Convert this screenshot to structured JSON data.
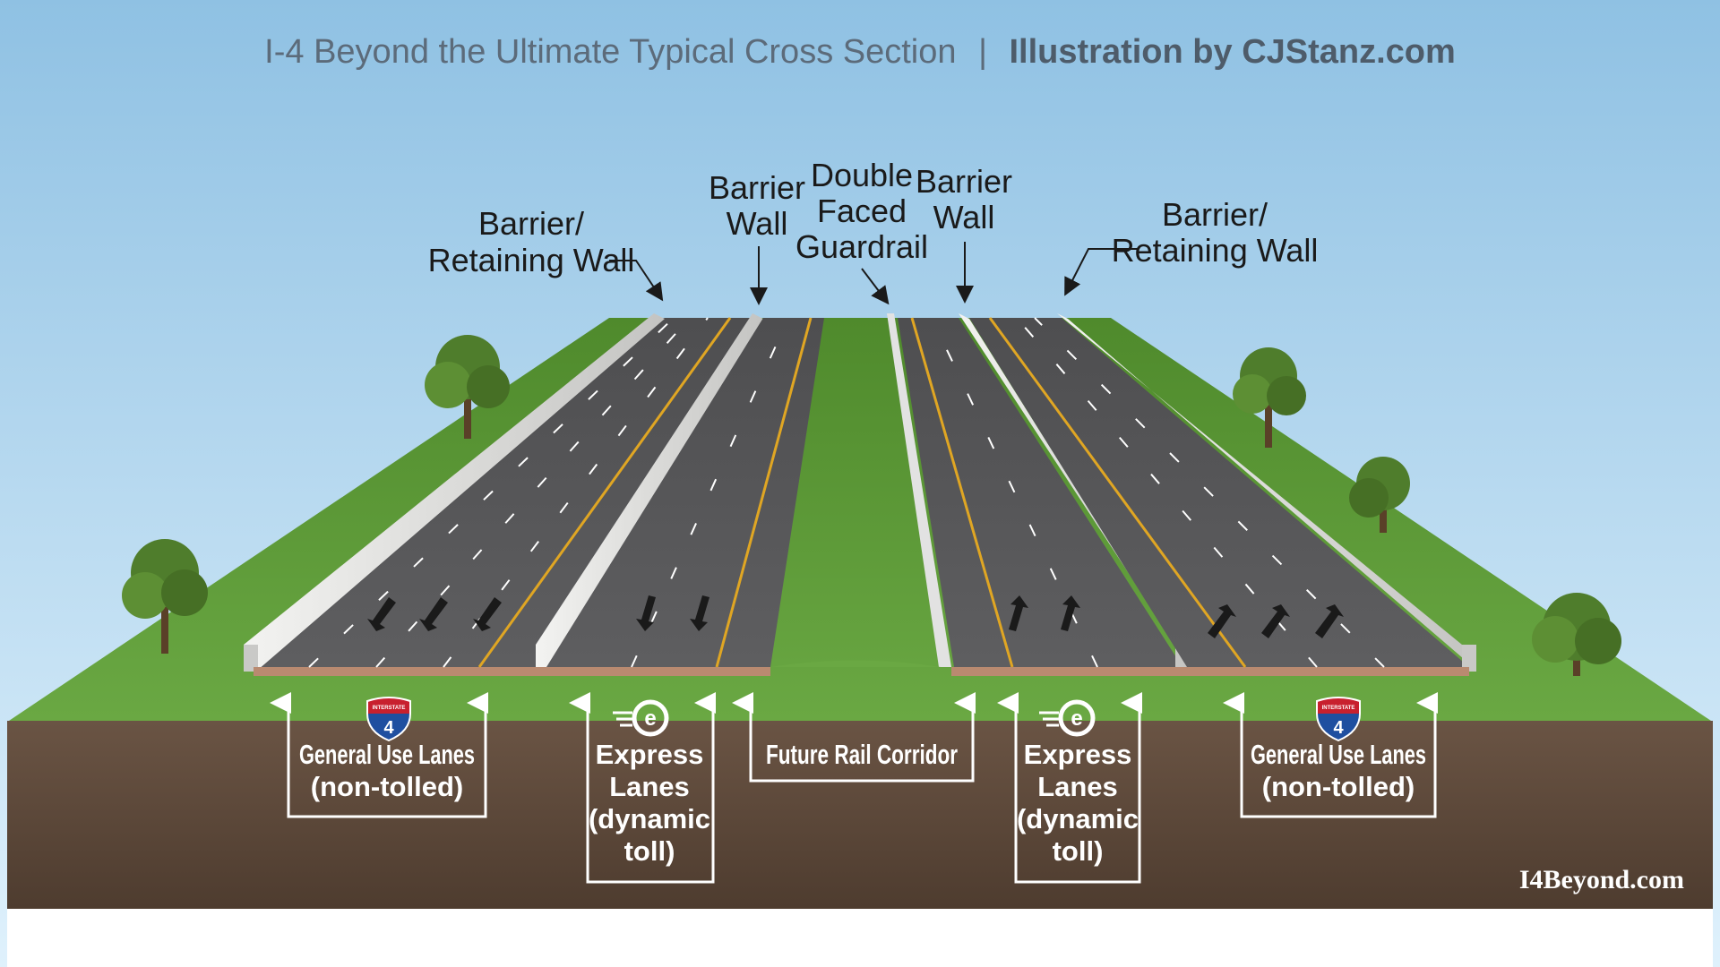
{
  "title": {
    "main": "I-4 Beyond the Ultimate Typical Cross Section",
    "separator": "|",
    "credit": "Illustration by CJStanz.com"
  },
  "callouts": {
    "left_retaining": [
      "Barrier/",
      "Retaining Wall"
    ],
    "left_barrier": [
      "Barrier",
      "Wall"
    ],
    "guardrail": [
      "Double",
      "Faced",
      "Guardrail"
    ],
    "right_barrier": [
      "Barrier",
      "Wall"
    ],
    "right_retaining": [
      "Barrier/",
      "Retaining Wall"
    ]
  },
  "lanes": {
    "left_general": {
      "line1": "General Use Lanes",
      "line2": "(non-tolled)"
    },
    "left_express": {
      "line1": "Express",
      "line2": "Lanes",
      "line3": "(dynamic",
      "line4": "toll)"
    },
    "rail": {
      "label": "Future Rail Corridor"
    },
    "right_express": {
      "line1": "Express",
      "line2": "Lanes",
      "line3": "(dynamic",
      "line4": "toll)"
    },
    "right_general": {
      "line1": "General Use Lanes",
      "line2": "(non-tolled)"
    }
  },
  "shield": {
    "top": "INTERSTATE",
    "number": "4"
  },
  "watermark": "I4Beyond.com",
  "colors": {
    "sky_top": "#8fc1e3",
    "sky_bottom": "#d9eefb",
    "grass": "#5e9a38",
    "asphalt": "#58585a",
    "wall": "#d8d8d6",
    "soil": "#5a4636",
    "yellow_line": "#e0a623",
    "title_text": "#5c6b7a",
    "shield_blue": "#1f4fa0",
    "shield_red": "#c8202e"
  }
}
